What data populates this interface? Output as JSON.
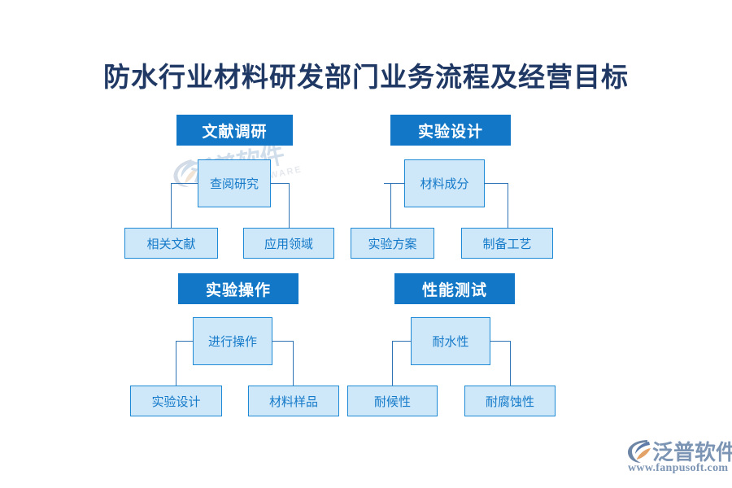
{
  "page": {
    "title": "防水行业材料研发部门业务流程及经营目标",
    "background_color": "#FFFFFF"
  },
  "colors": {
    "title_text": "#1F3864",
    "header_fill": "#1277C6",
    "header_text": "#FFFFFF",
    "node_fill": "#CEE8FA",
    "node_border": "#1E8AD6",
    "node_text": "#1479C8",
    "connector": "#2E74B5",
    "logo_text": "#7C95B4",
    "logo_accent": "#E2A268"
  },
  "watermark": {
    "brand": "泛普软件",
    "subtitle": "FANPU SOFTWARE",
    "icon": "fanpu-logo-watermark-icon"
  },
  "logo": {
    "brand": "泛普软件",
    "url": "www.fanpusoft.com",
    "icon": "fanpu-logo-icon"
  },
  "diagram": {
    "type": "org-tree",
    "groups": [
      {
        "id": "group-literature-research",
        "header": "文献调研",
        "mid": "查阅研究",
        "leaves": [
          "相关文献",
          "应用领域"
        ]
      },
      {
        "id": "group-experiment-design",
        "header": "实验设计",
        "mid": "材料成分",
        "leaves": [
          "实验方案",
          "制备工艺"
        ]
      },
      {
        "id": "group-experiment-operation",
        "header": "实验操作",
        "mid": "进行操作",
        "leaves": [
          "实验设计",
          "材料样品"
        ]
      },
      {
        "id": "group-performance-test",
        "header": "性能测试",
        "mid": "耐水性",
        "leaves": [
          "耐候性",
          "耐腐蚀性"
        ]
      }
    ]
  }
}
